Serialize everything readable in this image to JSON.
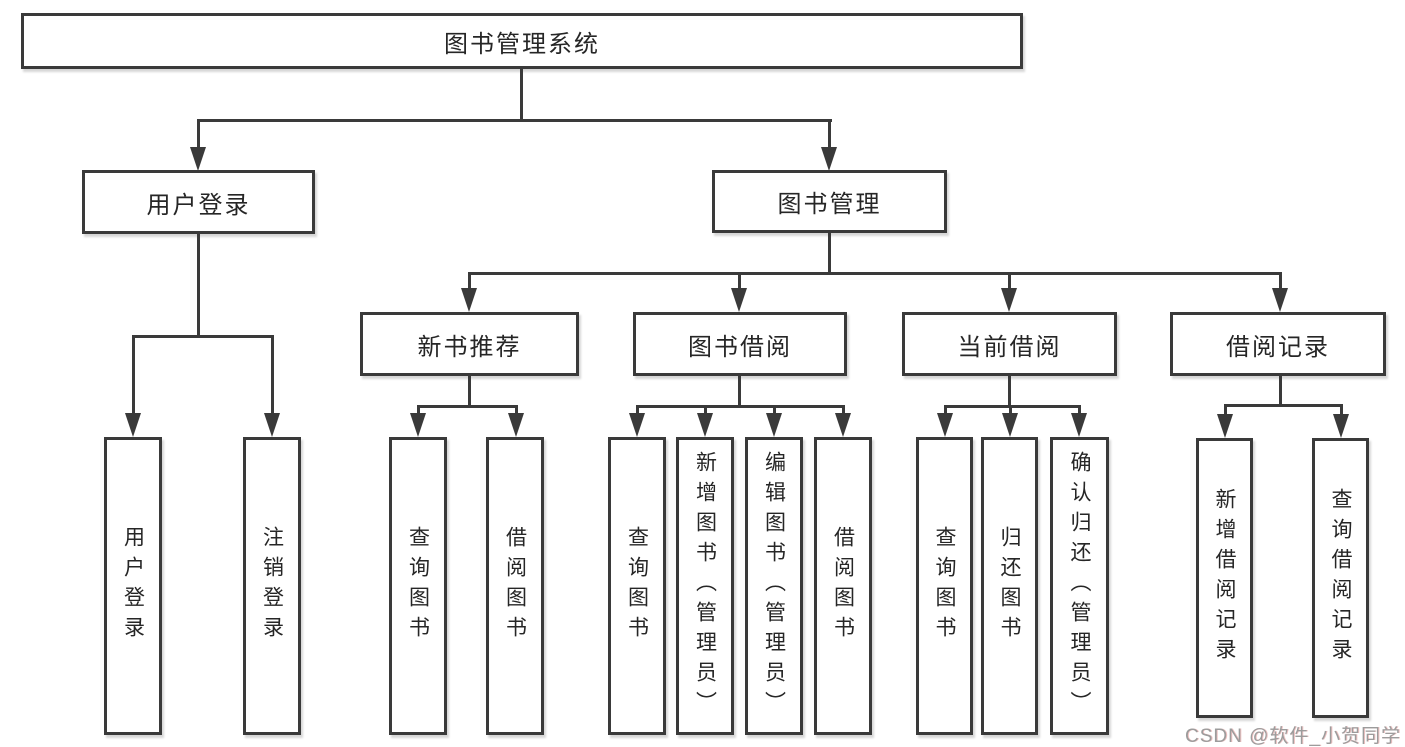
{
  "diagram": {
    "root": {
      "label": "图书管理系统"
    },
    "level2": {
      "user_login": {
        "label": "用户登录"
      },
      "book_mgmt": {
        "label": "图书管理"
      }
    },
    "level3": {
      "new_books": {
        "label": "新书推荐"
      },
      "book_borrow": {
        "label": "图书借阅"
      },
      "current_borrow": {
        "label": "当前借阅"
      },
      "borrow_records": {
        "label": "借阅记录"
      }
    },
    "leaves": {
      "login": [
        "用户登录",
        "注销登录"
      ],
      "new_books": [
        "查询图书",
        "借阅图书"
      ],
      "book_borrow": [
        "查询图书",
        "新增图书（管理员）",
        "编辑图书（管理员）",
        "借阅图书"
      ],
      "current_borrow": [
        "查询图书",
        "归还图书",
        "确认归还（管理员）"
      ],
      "borrow_records": [
        "新增借阅记录",
        "查询借阅记录"
      ]
    }
  },
  "watermark": "CSDN @软件_小贺同学",
  "colors": {
    "line": "#3a3a3a",
    "text": "#262626",
    "background": "#ffffff",
    "watermark": "#9c9c9c"
  }
}
